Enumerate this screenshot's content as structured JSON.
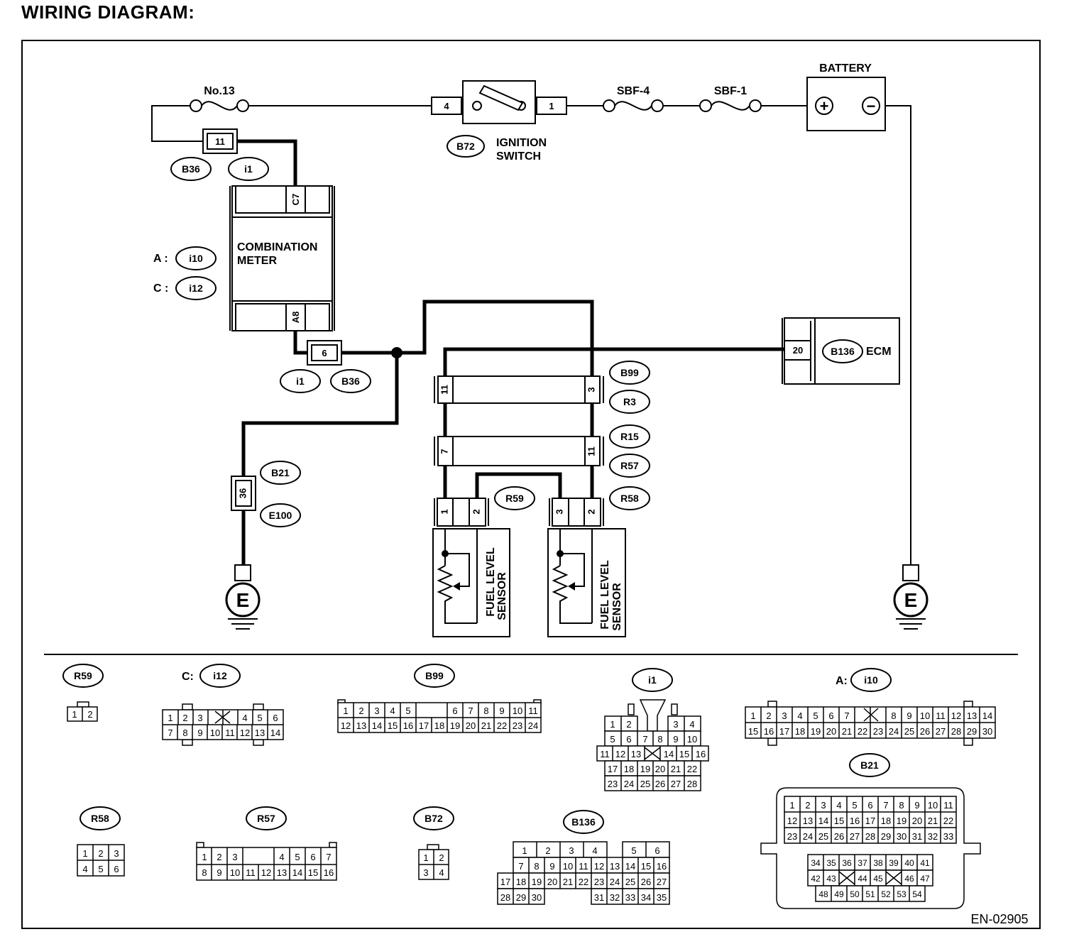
{
  "title": "WIRING DIAGRAM:",
  "code": "EN-02905",
  "components": {
    "fuse13": "No.13",
    "ign_switch_pin_a": "4",
    "ign_switch_pin_b": "1",
    "ign_switch_line1": "IGNITION",
    "ign_switch_line2": "SWITCH",
    "ign_switch_conn": "B72",
    "sbf4": "SBF-4",
    "sbf1": "SBF-1",
    "battery": "BATTERY",
    "battery_plus": "+",
    "battery_minus": "−",
    "b36_pin_top": "11",
    "b36_top_a": "B36",
    "b36_top_b": "i1",
    "meter_pin_c7": "C7",
    "meter_line1": "COMBINATION",
    "meter_line2": "METER",
    "meter_a_label": "A :",
    "meter_a_conn": "i10",
    "meter_c_label": "C :",
    "meter_c_conn": "i12",
    "meter_pin_a8": "A8",
    "b36_pin_bottom": "6",
    "b36_bot_a": "i1",
    "b36_bot_b": "B36",
    "b21_pin": "36",
    "b21_conn": "B21",
    "e100_conn": "E100",
    "ground_left": "E",
    "ground_right": "E",
    "ecm_pin": "20",
    "ecm_conn": "B136",
    "ecm_label": "ECM",
    "b99_pin_left": "11",
    "b99_pin_right": "3",
    "b99_conn": "B99",
    "r3_conn": "R3",
    "r15_pin_left": "7",
    "r15_pin_right": "11",
    "r15_conn": "R15",
    "r57_conn": "R57",
    "r59_conn": "R59",
    "r58_conn": "R58",
    "sensor1_pin1": "1",
    "sensor1_pin2": "2",
    "sensor2_pin3": "3",
    "sensor2_pin2": "2",
    "sensor1_line1": "FUEL LEVEL",
    "sensor1_line2": "SENSOR",
    "sensor2_line1": "FUEL LEVEL",
    "sensor2_line2": "SENSOR"
  },
  "connector_faces": {
    "r59": {
      "label": "R59",
      "rows": [
        [
          "1",
          "2"
        ]
      ]
    },
    "i12": {
      "prefix": "C:",
      "label": "i12",
      "rows": [
        [
          "1",
          "2",
          "3",
          "X",
          "4",
          "5",
          "6"
        ],
        [
          "7",
          "8",
          "9",
          "10",
          "11",
          "12",
          "13",
          "14"
        ]
      ]
    },
    "b99": {
      "label": "B99",
      "rows": [
        [
          "1",
          "2",
          "3",
          "4",
          "5",
          "",
          "6",
          "7",
          "8",
          "9",
          "10",
          "11"
        ],
        [
          "12",
          "13",
          "14",
          "15",
          "16",
          "17",
          "18",
          "19",
          "20",
          "21",
          "22",
          "23",
          "24"
        ]
      ]
    },
    "i1": {
      "label": "i1",
      "rows": [
        [
          "1",
          "2",
          "",
          "3",
          "4"
        ],
        [
          "5",
          "6",
          "7",
          "8",
          "9",
          "10"
        ],
        [
          "11",
          "12",
          "13",
          "X",
          "14",
          "15",
          "16"
        ],
        [
          "17",
          "18",
          "19",
          "20",
          "21",
          "22"
        ],
        [
          "23",
          "24",
          "25",
          "26",
          "27",
          "28"
        ]
      ]
    },
    "i10": {
      "prefix": "A:",
      "label": "i10",
      "rows": [
        [
          "1",
          "2",
          "3",
          "4",
          "5",
          "6",
          "7",
          "X",
          "8",
          "9",
          "10",
          "11",
          "12",
          "13",
          "14"
        ],
        [
          "15",
          "16",
          "17",
          "18",
          "19",
          "20",
          "21",
          "22",
          "23",
          "24",
          "25",
          "26",
          "27",
          "28",
          "29",
          "30"
        ]
      ]
    },
    "b21": {
      "label": "B21",
      "rows": [
        [
          "1",
          "2",
          "3",
          "4",
          "5",
          "6",
          "7",
          "8",
          "9",
          "10",
          "11"
        ],
        [
          "12",
          "13",
          "14",
          "15",
          "16",
          "17",
          "18",
          "19",
          "20",
          "21",
          "22"
        ],
        [
          "23",
          "24",
          "25",
          "26",
          "27",
          "28",
          "29",
          "30",
          "31",
          "32",
          "33"
        ],
        [
          "34",
          "35",
          "36",
          "37",
          "38",
          "39",
          "40",
          "41"
        ],
        [
          "42",
          "43",
          "X",
          "44",
          "45",
          "X",
          "46",
          "47"
        ],
        [
          "48",
          "49",
          "50",
          "51",
          "52",
          "53",
          "54"
        ]
      ]
    },
    "r58": {
      "label": "R58",
      "rows": [
        [
          "1",
          "2",
          "3"
        ],
        [
          "4",
          "5",
          "6"
        ]
      ]
    },
    "r57": {
      "label": "R57",
      "rows": [
        [
          "1",
          "2",
          "3",
          "",
          "4",
          "5",
          "6",
          "7"
        ],
        [
          "8",
          "9",
          "10",
          "11",
          "12",
          "13",
          "14",
          "15",
          "16"
        ]
      ]
    },
    "b72": {
      "label": "B72",
      "rows": [
        [
          "1",
          "2"
        ],
        [
          "3",
          "4"
        ]
      ]
    },
    "b136": {
      "label": "B136",
      "rows": [
        [
          "1",
          "2",
          "3",
          "4",
          "",
          "5",
          "6"
        ],
        [
          "7",
          "8",
          "9",
          "10",
          "11",
          "12",
          "13",
          "14",
          "15",
          "16"
        ],
        [
          "17",
          "18",
          "19",
          "20",
          "21",
          "22",
          "23",
          "24",
          "25",
          "26",
          "27"
        ],
        [
          "28",
          "29",
          "30",
          "31",
          "32",
          "33",
          "34",
          "35"
        ]
      ]
    }
  }
}
